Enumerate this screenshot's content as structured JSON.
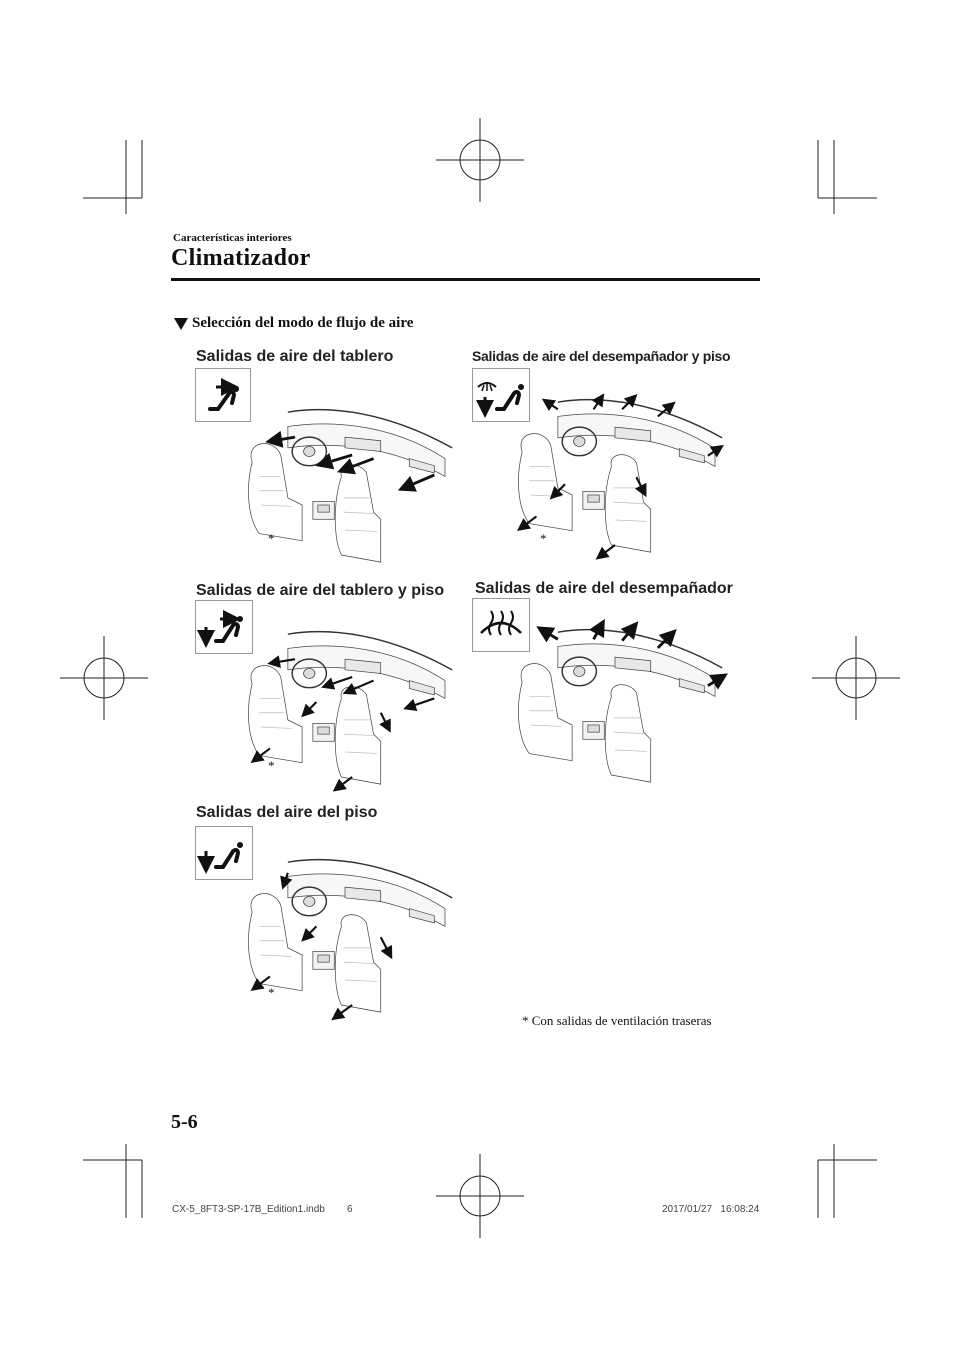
{
  "header": {
    "section_label": "Características interiores",
    "chapter_title": "Climatizador"
  },
  "subsection": {
    "marker_icon": "down-triangle-icon",
    "title": "Selección del modo de flujo de aire"
  },
  "panels": [
    {
      "title": "Salidas de aire del tablero",
      "mode_icon": "face-vent-icon",
      "asterisk": "*"
    },
    {
      "title": "Salidas de aire del desempañador y piso",
      "mode_icon": "defrost-floor-icon",
      "asterisk": "*"
    },
    {
      "title": "Salidas de aire del tablero y piso",
      "mode_icon": "bi-level-icon",
      "asterisk": "*"
    },
    {
      "title": "Salidas de aire del desempañador",
      "mode_icon": "defrost-icon"
    },
    {
      "title": "Salidas del aire del piso",
      "mode_icon": "floor-icon",
      "asterisk": "*"
    }
  ],
  "footnote": "* Con salidas de ventilación traseras",
  "page_number": "5-6",
  "footer": {
    "file": "CX-5_8FT3-SP-17B_Edition1.indb",
    "sheet": "6",
    "timestamp": "2017/01/27   16:08:24"
  }
}
